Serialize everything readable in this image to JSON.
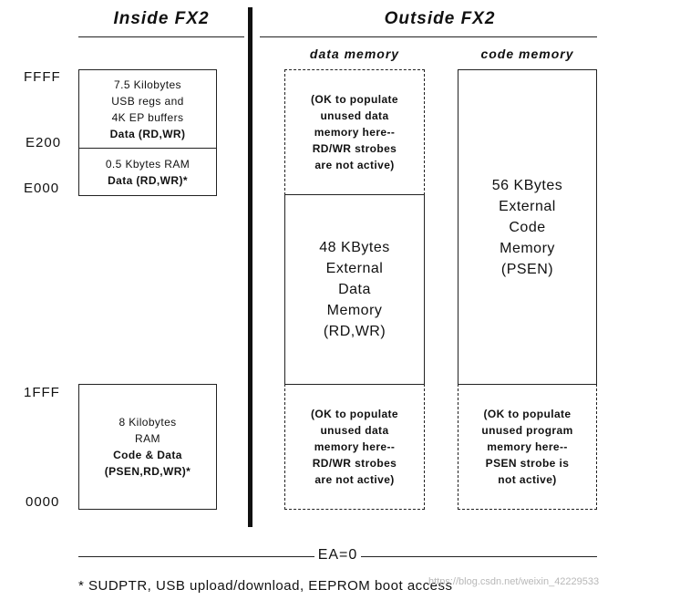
{
  "headers": {
    "inside": "Inside FX2",
    "outside": "Outside FX2",
    "data_memory": "data memory",
    "code_memory": "code memory"
  },
  "addresses": [
    "FFFF",
    "E200",
    "E000",
    "1FFF",
    "0000"
  ],
  "inside_blocks": [
    {
      "lines": [
        "7.5 Kilobytes",
        "USB regs and",
        "4K EP buffers"
      ],
      "bold_lines": [
        "Data (RD,WR)"
      ]
    },
    {
      "lines": [
        "0.5 Kbytes RAM"
      ],
      "bold_lines": [
        "Data (RD,WR)*"
      ]
    },
    {
      "lines": [
        "8 Kilobytes",
        "RAM"
      ],
      "bold_lines": [
        "Code & Data",
        "(PSEN,RD,WR)*"
      ]
    }
  ],
  "data_memory_blocks": [
    {
      "lines": [
        "(OK to populate",
        "unused data",
        "memory  here--",
        "RD/WR strobes",
        "are not active)"
      ]
    },
    {
      "lines": [
        "48 KBytes",
        "External",
        "Data",
        "Memory",
        "(RD,WR)"
      ]
    },
    {
      "lines": [
        "(OK to populate",
        "unused data",
        "memory  here--",
        "RD/WR strobes",
        "are not active)"
      ]
    }
  ],
  "code_memory_blocks": [
    {
      "lines": [
        "56 KBytes",
        "External",
        "Code",
        "Memory",
        "(PSEN)"
      ]
    },
    {
      "lines": [
        "(OK to populate",
        "unused program",
        "memory  here--",
        "PSEN strobe is",
        "not active)"
      ]
    }
  ],
  "ea_label": "EA=0",
  "footnote": "* SUDPTR, USB upload/download, EEPROM boot access",
  "watermark": "https://blog.csdn.net/weixin_42229533"
}
